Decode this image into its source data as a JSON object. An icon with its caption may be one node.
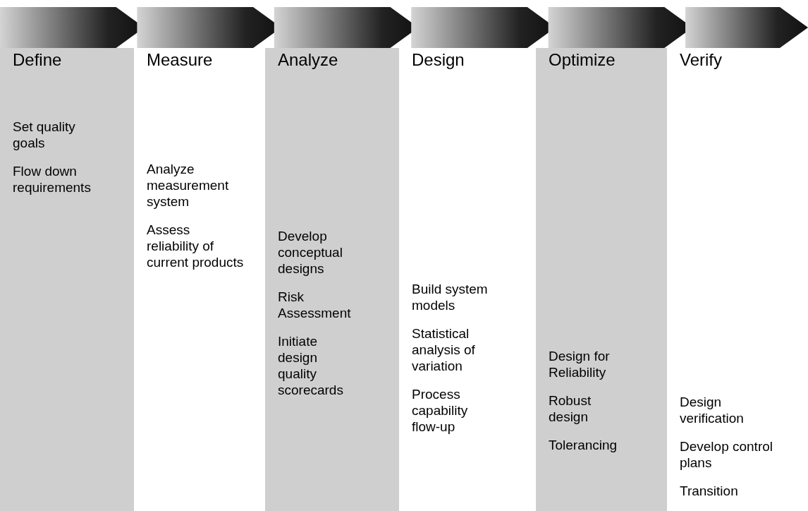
{
  "diagram": {
    "nodes": [
      {
        "text": [
          "Define",
          "Set quality goals",
          "Flow down requirements"
        ]
      },
      {
        "text": [
          "Measure",
          "Analyze measurement system",
          "Assess reliability of current products"
        ]
      },
      {
        "text": [
          "Analyze",
          "Develop conceptual designs",
          "Risk Assessment",
          "Initiate design quality scorecards"
        ]
      },
      {
        "text": [
          "Design",
          "Build system models",
          "Statistical analysis of variation",
          "Process capability flow-up"
        ]
      },
      {
        "text": [
          "Optimize",
          "Design for Reliability",
          "Robust design",
          "Tolerancing"
        ]
      },
      {
        "text": [
          "Verify",
          "Design verification",
          "Develop control plans",
          "Transition"
        ]
      }
    ]
  }
}
